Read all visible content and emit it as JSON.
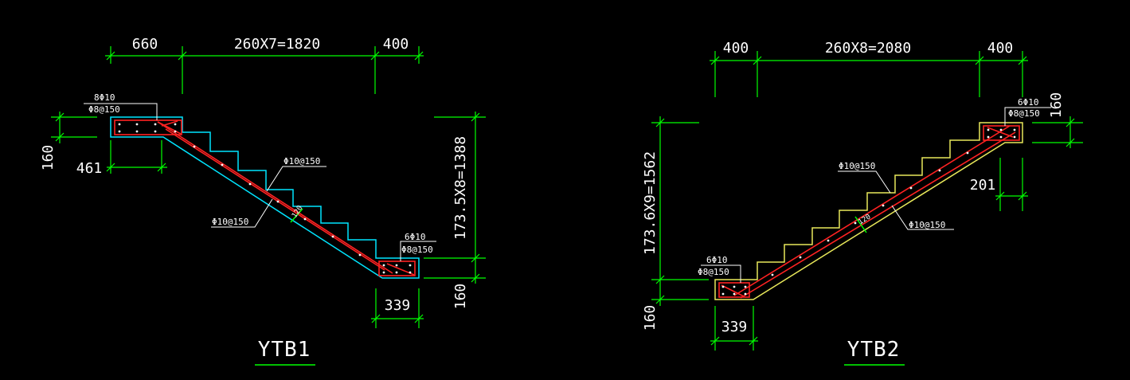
{
  "colors": {
    "background": "#000000",
    "dimension": "#00ff00",
    "rebar": "#ff2222",
    "outline_ytb1": "#00e5ff",
    "outline_ytb2": "#e8e85a",
    "leader": "#ffffff",
    "text": "#ffffff"
  },
  "ytb1": {
    "title": "YTB1",
    "dim_top_left": "660",
    "dim_top_mid": "260X7=1820",
    "dim_top_right": "400",
    "dim_left_thickness": "160",
    "dim_left_length": "461",
    "dim_right_height": "173.5X8=1388",
    "dim_right_thickness": "160",
    "dim_bottom_length": "339",
    "label_top_bars": "8Φ10",
    "label_top_stirrup": "Φ8@150",
    "label_slab_upper": "Φ10@150",
    "label_slab_lower": "Φ10@150",
    "label_bottom_bars": "6Φ10",
    "label_bottom_stirrup": "Φ8@150",
    "label_slab_thickness": "120"
  },
  "ytb2": {
    "title": "YTB2",
    "dim_top_left": "400",
    "dim_top_mid": "260X8=2080",
    "dim_top_right": "400",
    "dim_right_thickness": "160",
    "dim_right_length": "201",
    "dim_left_height": "173.6X9=1562",
    "dim_left_thickness": "160",
    "dim_bottom_length": "339",
    "label_top_bars": "6Φ10",
    "label_top_stirrup": "Φ8@150",
    "label_slab_upper": "Φ10@150",
    "label_slab_lower": "Φ10@150",
    "label_bottom_bars": "6Φ10",
    "label_bottom_stirrup": "Φ8@150",
    "label_slab_thickness": "120"
  }
}
